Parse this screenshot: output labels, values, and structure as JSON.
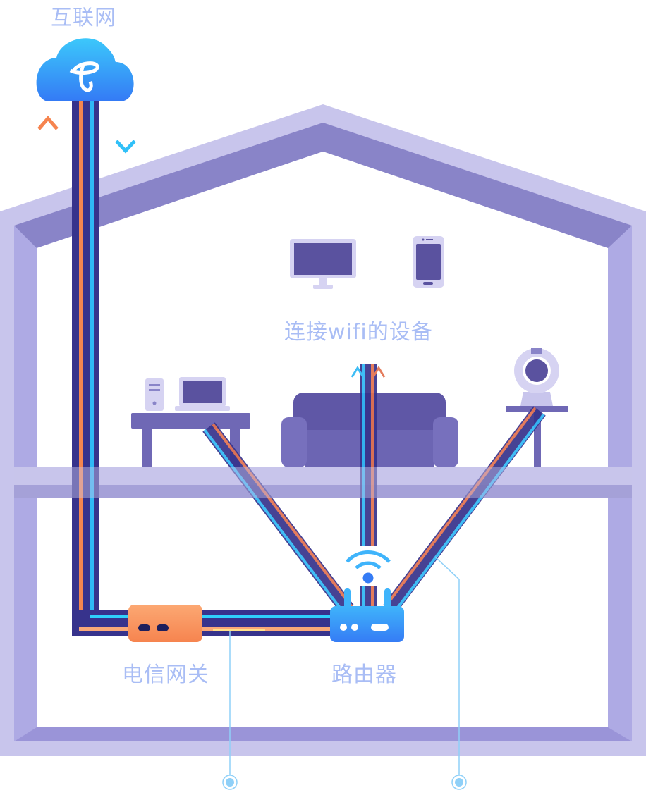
{
  "labels": {
    "internet": "互联网",
    "wifi_devices": "连接wifi的设备",
    "gateway": "电信网关",
    "router": "路由器"
  },
  "colors": {
    "house_light": "#c8c5ec",
    "house_dark": "#8984c8",
    "house_mid": "#aeaae4",
    "cable_dark": "#37338c",
    "cable_orange": "#f5864f",
    "cable_blue": "#2fb8f5",
    "label": "#a9bdf5",
    "router_blue": "#3b8cf5",
    "gateway_orange": "#f98f5c",
    "callout": "#8fd0f8"
  },
  "icons": [
    "china-telecom-cloud-icon",
    "upload-arrow-icon",
    "download-arrow-icon",
    "monitor-icon",
    "phone-icon",
    "pc-tower-icon",
    "laptop-icon",
    "camera-icon",
    "wifi-icon"
  ]
}
